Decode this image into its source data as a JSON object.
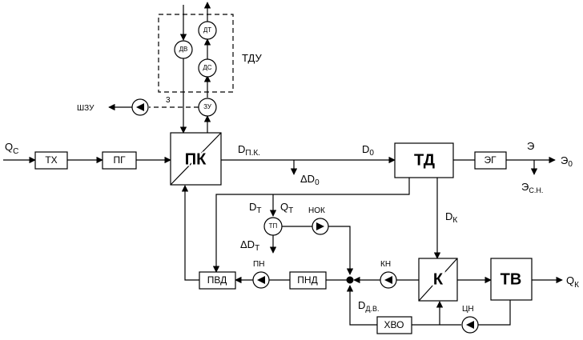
{
  "blocks": {
    "tx": "ТХ",
    "pg": "ПГ",
    "pk": "ПК",
    "td": "ТД",
    "eg": "ЭГ",
    "k": "К",
    "tv": "ТВ",
    "pvd": "ПВД",
    "pnd": "ПНД",
    "hvo": "ХВО",
    "tdu": "ТДУ"
  },
  "nodes": {
    "dv": "ДВ",
    "dt": "ДТ",
    "ds": "ДС",
    "zu": "ЗУ",
    "tp": "ТП"
  },
  "pumps": {
    "pn": "ПН",
    "kn": "КН",
    "nok": "НОК",
    "cn": "ЦН"
  },
  "signals": {
    "qc_main": "Q",
    "qc_sub": "С",
    "dpk_main": "D",
    "dpk_sub": "П.К.",
    "d0_main": "D",
    "d0_sub": "0",
    "dd0_main": "ΔD",
    "dd0_sub": "0",
    "e": "Э",
    "e0_main": "Э",
    "e0_sub": "0",
    "esn_main": "Э",
    "esn_sub": "С.Н.",
    "dk_main": "D",
    "dk_sub": "К",
    "dt_main": "D",
    "dt_sub": "Т",
    "qt_main": "Q",
    "qt_sub": "Т",
    "ddt_main": "ΔD",
    "ddt_sub": "Т",
    "ddv_main": "D",
    "ddv_sub": "Д.В.",
    "qk_main": "Q",
    "qk_sub": "К",
    "shzu": "ШЗУ",
    "z3": "3"
  }
}
